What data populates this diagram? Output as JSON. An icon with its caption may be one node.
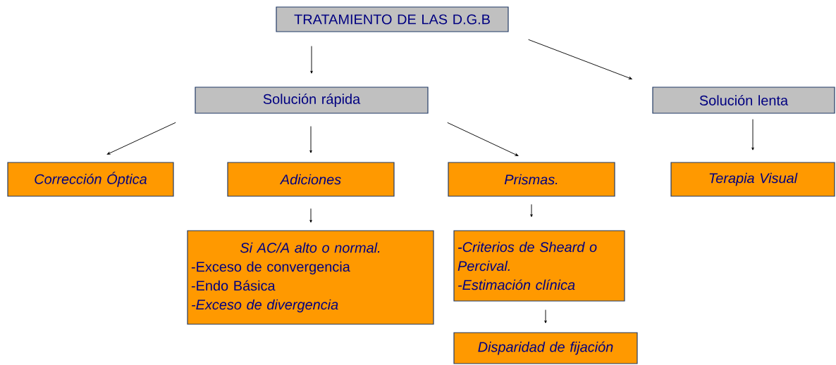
{
  "diagram": {
    "nodes": [
      {
        "text": [
          "TRATAMIENTO DE LAS D.G.B"
        ]
      },
      {
        "text": [
          "Solución rápida"
        ]
      },
      {
        "text": [
          "Solución lenta"
        ]
      },
      {
        "text": [
          "Corrección Óptica"
        ]
      },
      {
        "text": [
          "Adiciones"
        ]
      },
      {
        "text": [
          "Prismas."
        ]
      },
      {
        "text": [
          "Terapia Visual"
        ]
      },
      {
        "text": [
          "Si AC/A alto o normal.",
          "-Exceso de convergencia",
          "-Endo Básica",
          "-Exceso de divergencia"
        ]
      },
      {
        "text": [
          "-Criterios de Sheard o Percival.",
          "-Estimación clínica"
        ]
      },
      {
        "text": [
          "Disparidad de fijación"
        ]
      }
    ],
    "edges": [
      {
        "from": 0,
        "to": 1,
        "arrow": "to"
      },
      {
        "from": 0,
        "to": 2,
        "arrow": "to"
      },
      {
        "from": 1,
        "to": 3,
        "arrow": "to"
      },
      {
        "from": 1,
        "to": 4,
        "arrow": "to"
      },
      {
        "from": 1,
        "to": 5,
        "arrow": "to"
      },
      {
        "from": 2,
        "to": 6,
        "arrow": "to"
      },
      {
        "from": 4,
        "to": 7,
        "arrow": "to"
      },
      {
        "from": 5,
        "to": 8,
        "arrow": "to"
      },
      {
        "from": 8,
        "to": 9,
        "arrow": "to"
      }
    ]
  }
}
